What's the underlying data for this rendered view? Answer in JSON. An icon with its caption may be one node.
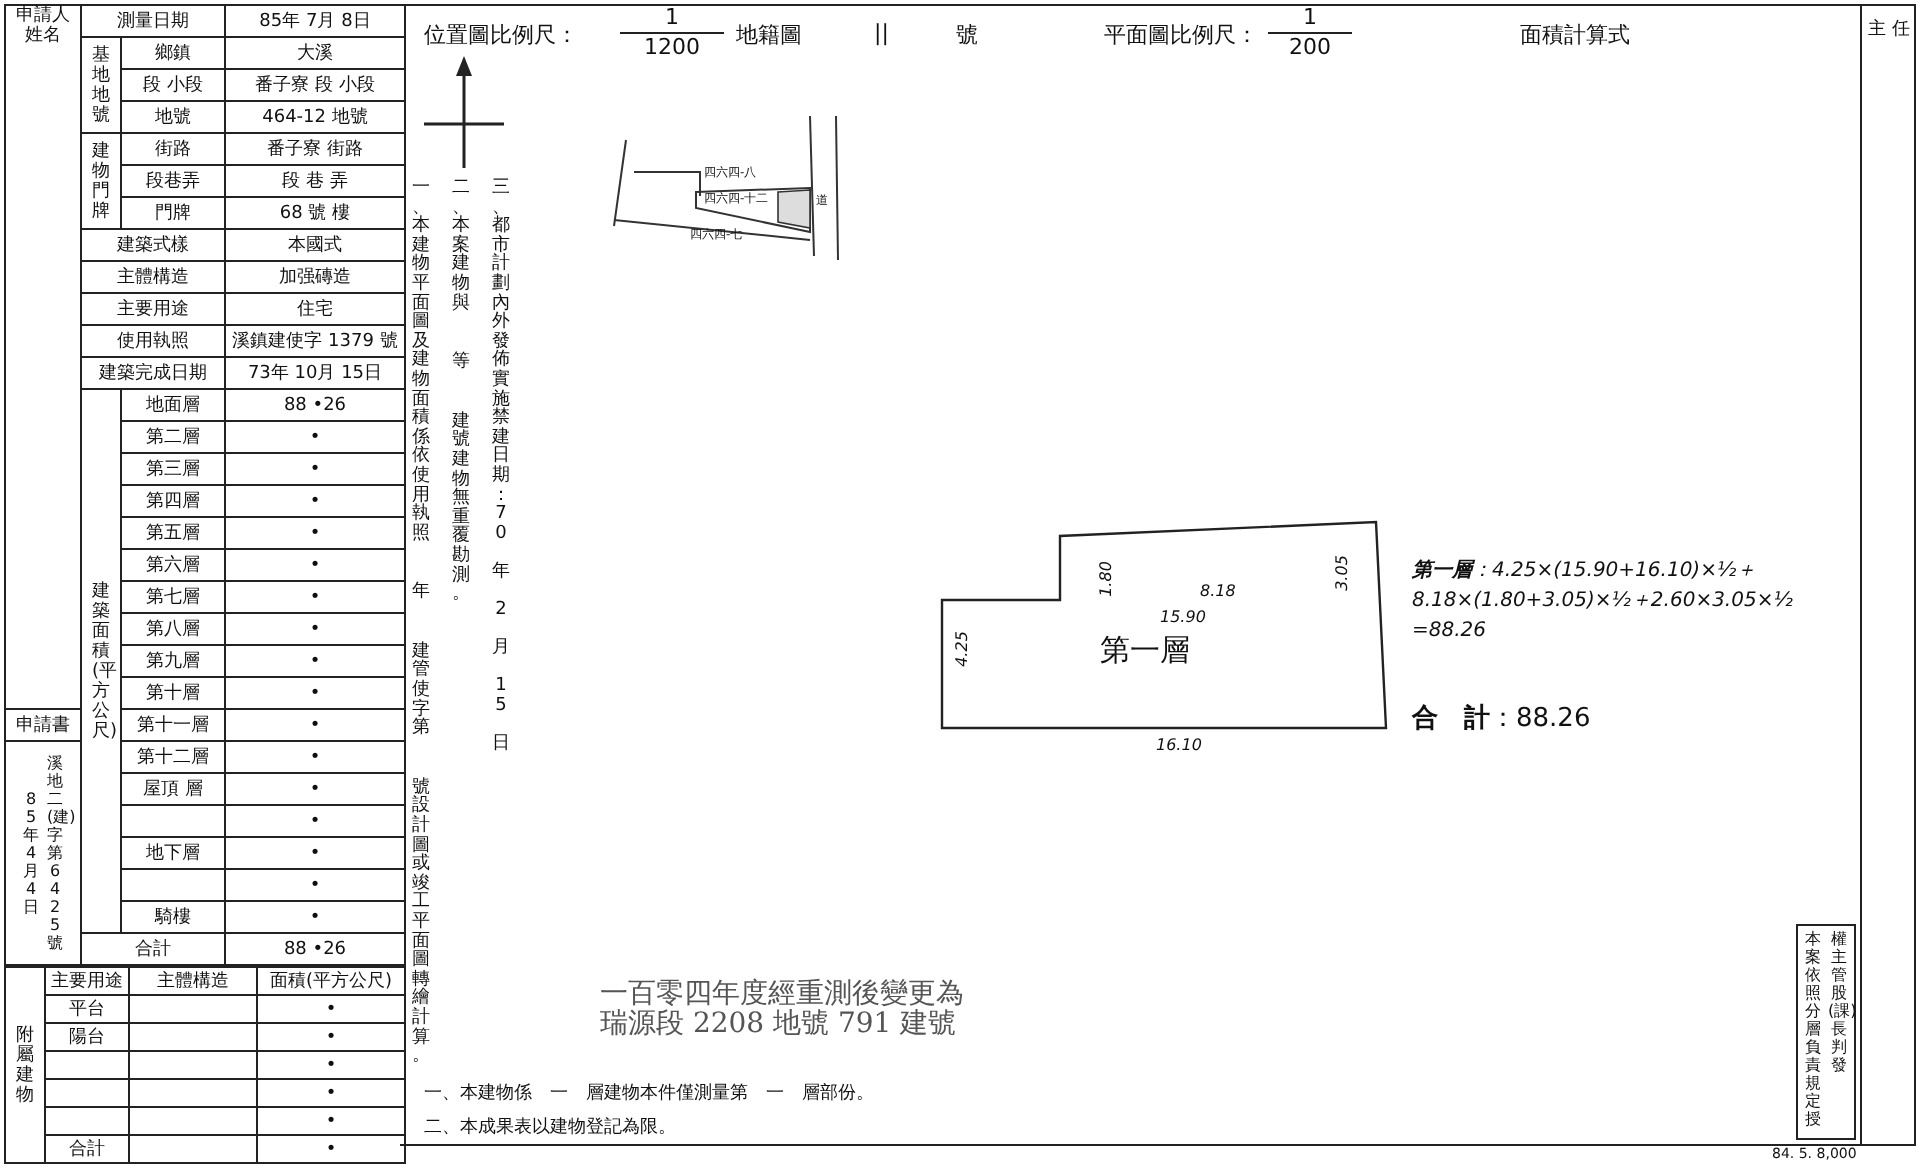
{
  "diagram": {
    "nodes": [
      {
        "text": [
          "第一層"
        ]
      },
      {
        "text": [
          "本案依照分層負責規定授權主管股(課)長判發"
        ]
      }
    ],
    "labels": [
      "申請人姓名",
      "測量日期",
      "85年 7月 8日",
      "基地地號",
      "鄉鎮",
      "大溪",
      "段 小段",
      "番子寮 段 小段",
      "地號",
      "464-12 地號",
      "建物門牌",
      "街路",
      "番子寮 街路",
      "段巷弄",
      "段 巷 弄",
      "門牌",
      "68 號 樓",
      "建築式樣",
      "本國式",
      "主體構造",
      "加强磚造",
      "主要用途",
      "住宅",
      "使用執照",
      "溪鎮建使字 1379 號",
      "建築完成日期",
      "73年 10月 15日",
      "建築面積(平方公尺)",
      "地面層",
      "88 •26",
      "第二層",
      "•",
      "第三層",
      "•",
      "第四層",
      "•",
      "第五層",
      "•",
      "第六層",
      "•",
      "第七層",
      "•",
      "第八層",
      "•",
      "第九層",
      "•",
      "第十層",
      "•",
      "申請書",
      "第十一層",
      "•",
      "85 年 4 月 4 日",
      "溪地二(建)字第 6425 號",
      "第十二層",
      "•",
      "屋頂 層",
      "•",
      "•",
      "地下層",
      "•",
      "•",
      "騎樓",
      "•",
      "合計",
      "88 •26",
      "附屬建物",
      "主要用途",
      "主體構造",
      "面積(平方公尺)",
      "平台",
      "•",
      "陽台",
      "•",
      "•",
      "•",
      "•",
      "合計",
      "•",
      "位置圖比例尺：",
      "1",
      "1200",
      "地籍圖",
      "||",
      "號",
      "平面圖比例尺：",
      "1",
      "200",
      "面積計算式",
      "主 任",
      "一、本建物平面圖及建物面積係依使用執照",
      "年",
      "建管使字第",
      "號設計圖或竣工平面圖轉繪計算。",
      "二、本案建物與",
      "等",
      "建號建物無重覆勘測。",
      "三、都市計劃內外發佈實施禁建日期：70 年 2 月 15 日",
      "四六四-八",
      "四六四-十二",
      "四六四-七",
      "道",
      "1.80",
      "8.18",
      "15.90",
      "3.05",
      "4.25",
      "16.10",
      "**第一層**：4.25×(15.90+16.10)×½＋8.18×(1.80+3.05)×½＋2.60×3.05×½ =88.26",
      "**合　計**：88.26",
      "一百零四年度經重測後變更為瑞源段 2208 地號 791 建號",
      "一、本建物係　一　層建物本件僅測量第　一　層部份。",
      "二、本成果表以建物登記為限。",
      "84. 5. 8,000"
    ]
  }
}
